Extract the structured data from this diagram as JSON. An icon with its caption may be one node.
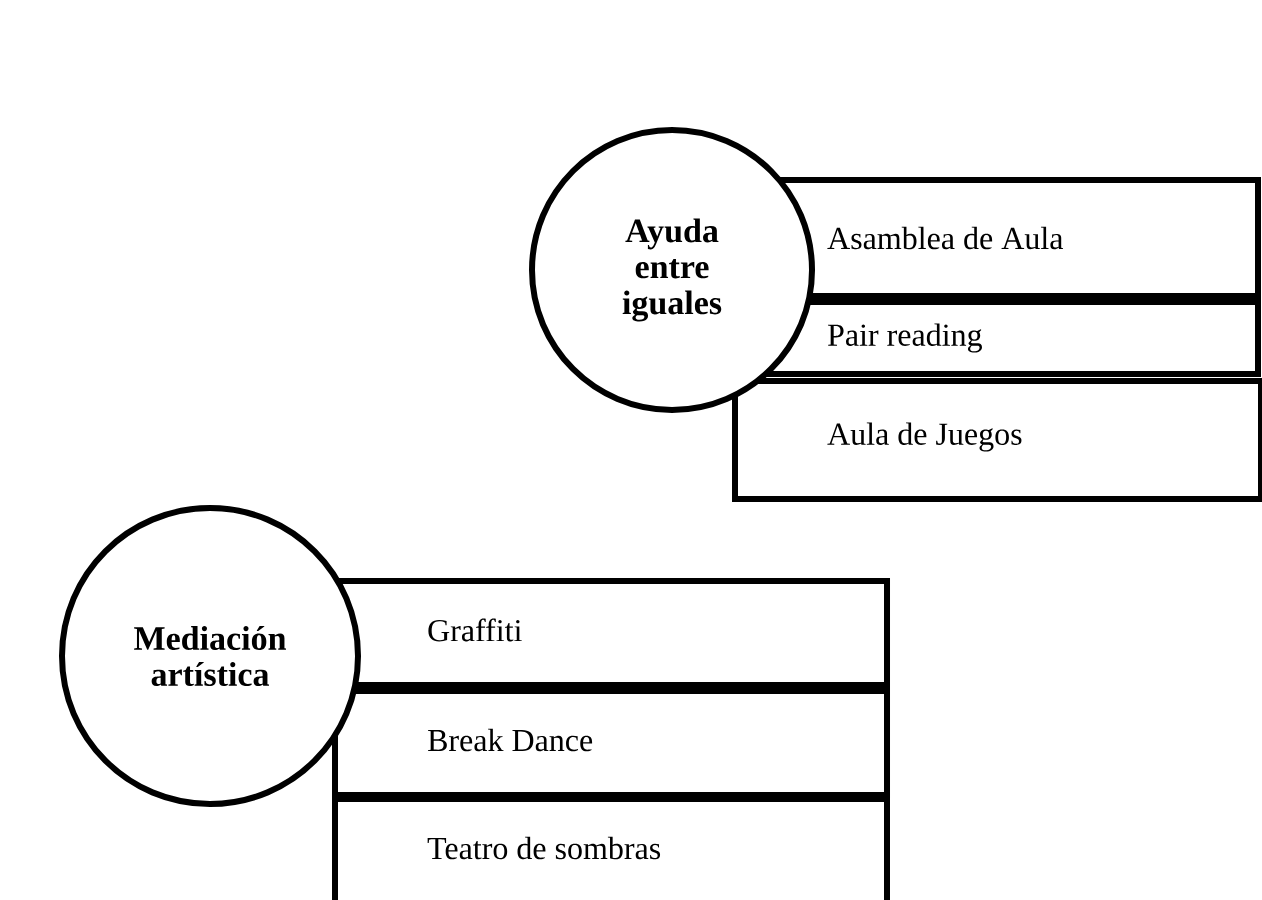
{
  "diagram": {
    "nodes": [
      {
        "text": [
          "Ayuda entre iguales"
        ]
      },
      {
        "text": [
          "Asamblea de Aula"
        ]
      },
      {
        "text": [
          "Pair reading"
        ]
      },
      {
        "text": [
          "Aula de Juegos"
        ]
      },
      {
        "text": [
          "Mediación artística"
        ]
      },
      {
        "text": [
          "Graffiti"
        ]
      },
      {
        "text": [
          "Break Dance"
        ]
      },
      {
        "text": [
          "Teatro de sombras"
        ]
      }
    ]
  }
}
